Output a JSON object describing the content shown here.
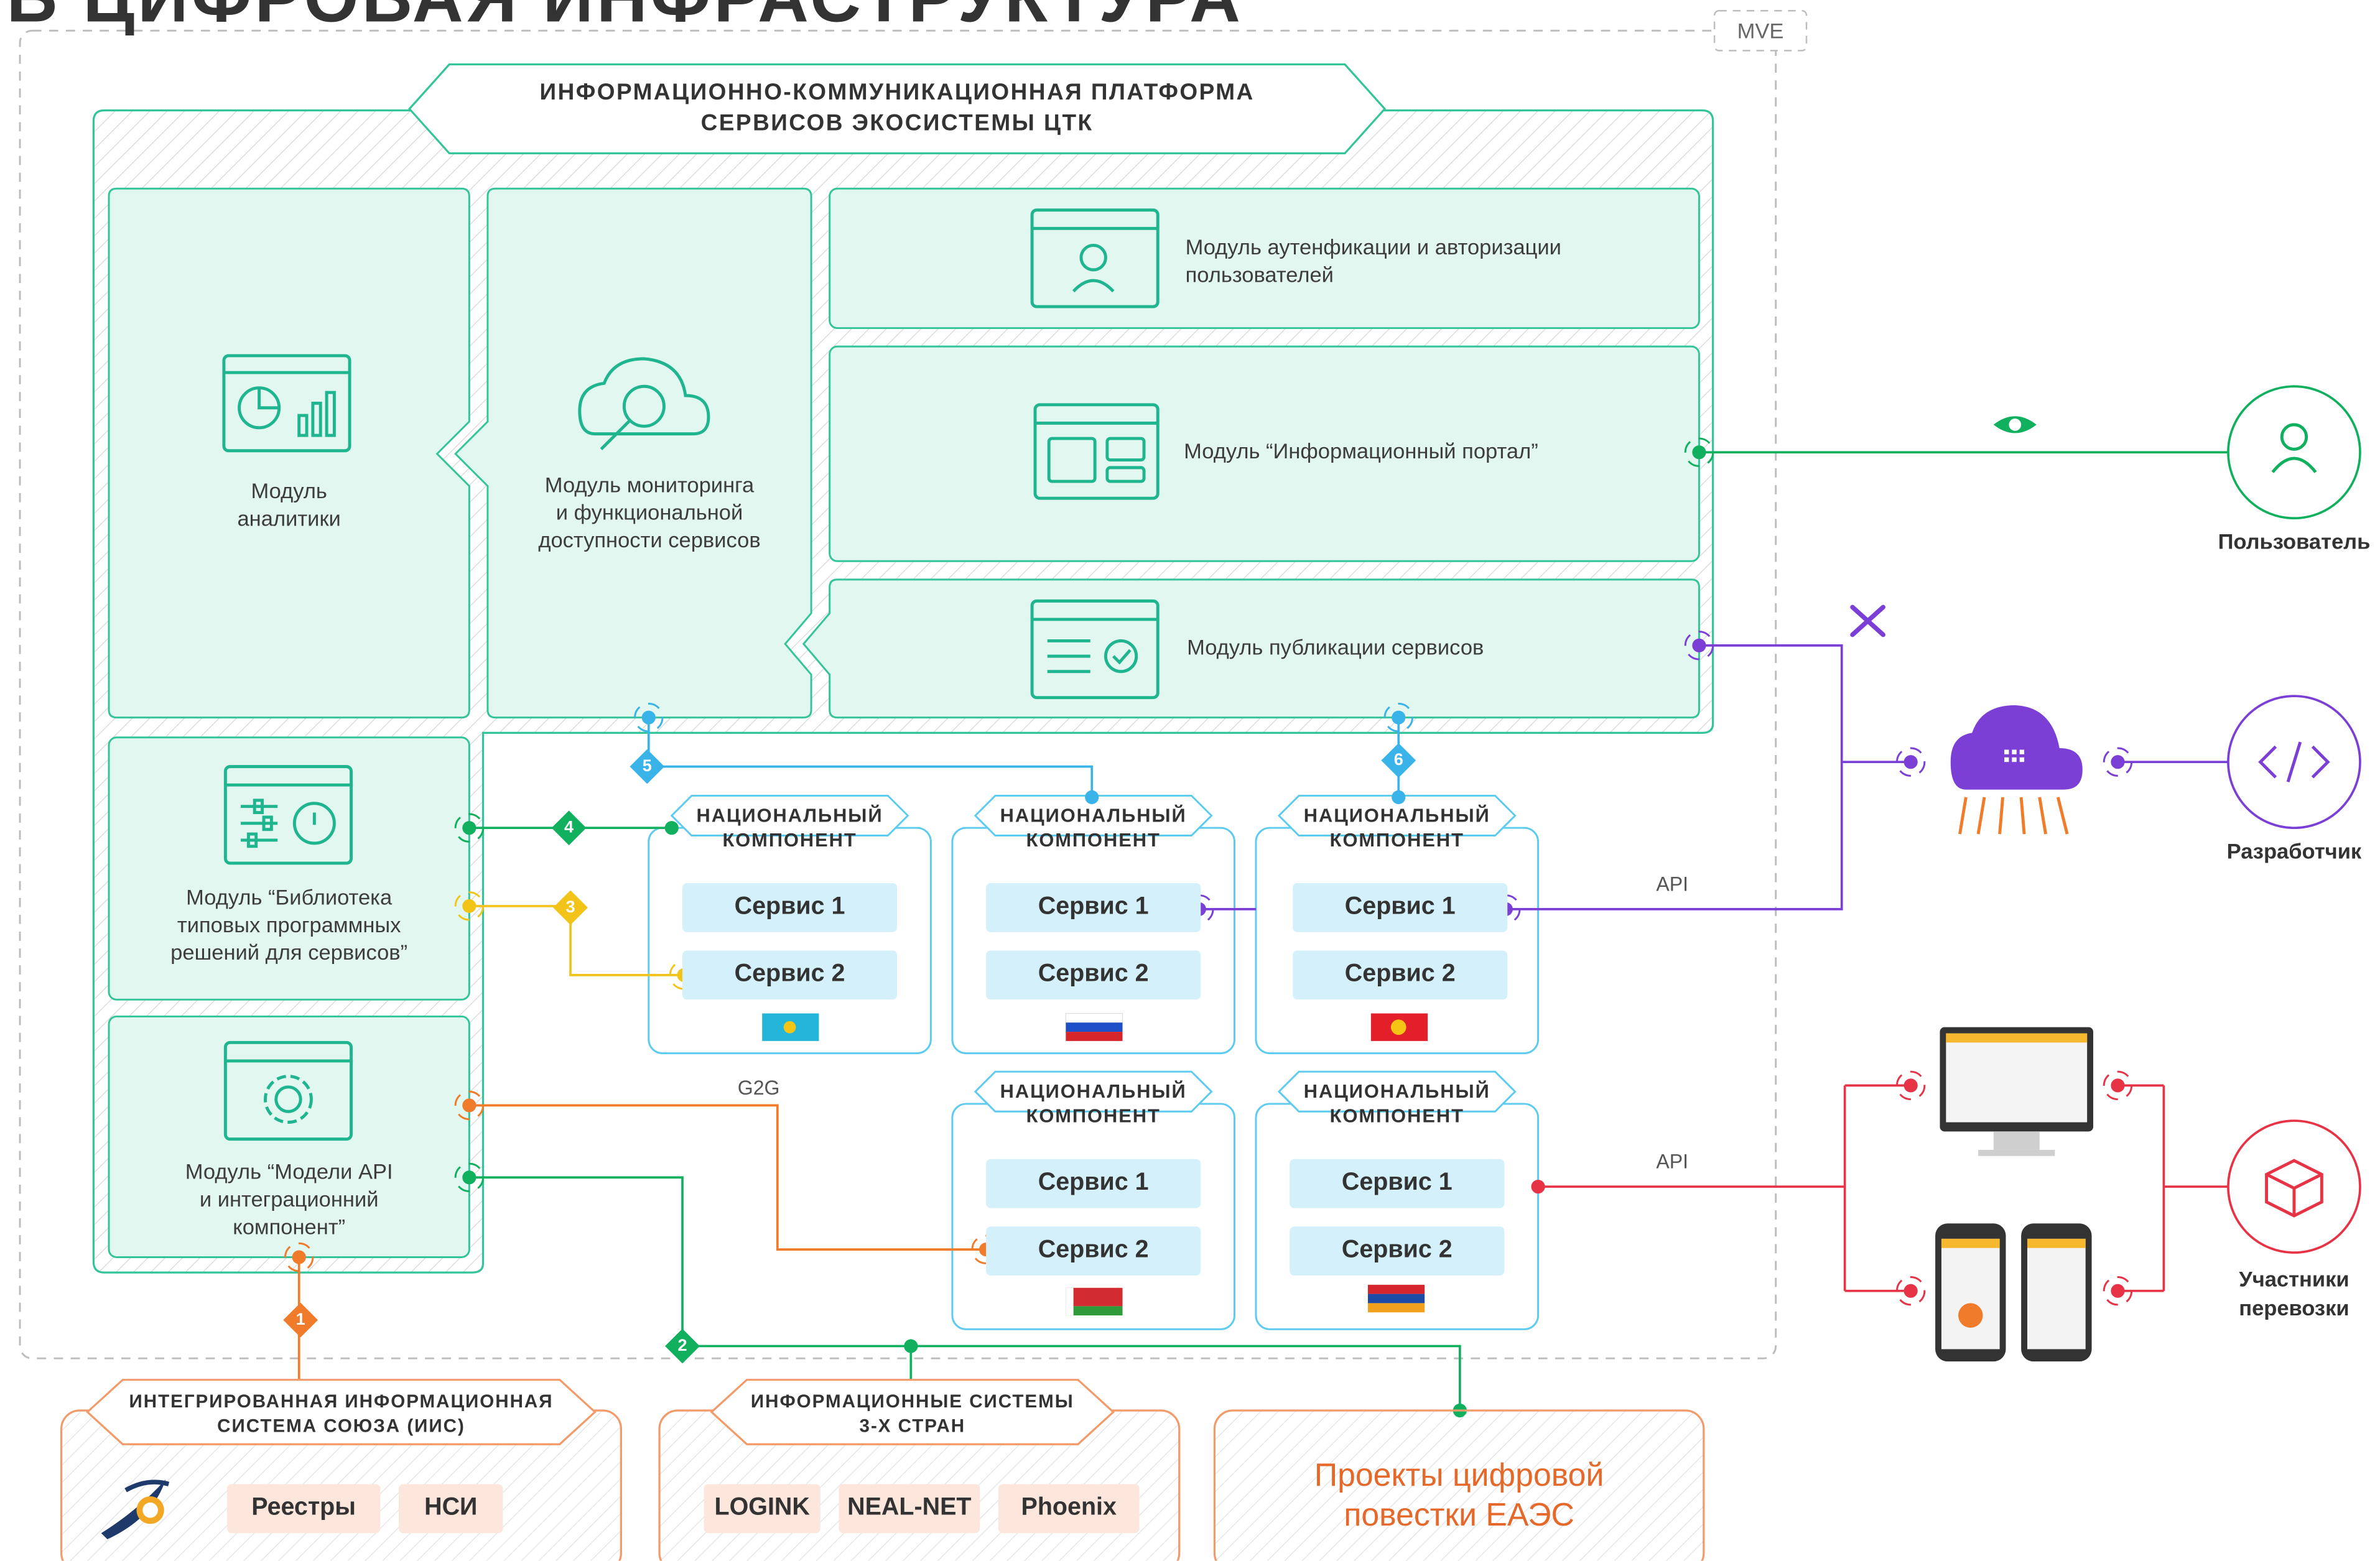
{
  "title_fragment": "ЛЬ ЦИФРОВАЯ ИНФРАСТРУКТУРА",
  "mve_label": "MVE",
  "platform": {
    "title_line1": "ИНФОРМАЦИОННО-КОММУНИКАЦИОННАЯ ПЛАТФОРМА",
    "title_line2": "СЕРВИСОВ ЭКОСИСТЕМЫ ЦТК"
  },
  "modules": {
    "analytics": {
      "line1": "Модуль",
      "line2": "аналитики"
    },
    "monitoring": {
      "line1": "Модуль мониторинга",
      "line2": "и функциональной",
      "line3": "доступности сервисов"
    },
    "auth": {
      "line1": "Модуль аутенфикации и авторизации",
      "line2": "пользователей"
    },
    "portal": {
      "text": "Модуль “Информационный портал”"
    },
    "publication": {
      "text": "Модуль публикации сервисов"
    },
    "library": {
      "line1": "Модуль “Библиотека",
      "line2": "типовых программных",
      "line3": "решений для сервисов”"
    },
    "api": {
      "line1": "Модуль “Модели API",
      "line2": "и интеграционний",
      "line3": "компонент”"
    }
  },
  "national_component": {
    "line1": "НАЦИОНАЛЬНЫЙ",
    "line2": "КОМПОНЕНТ"
  },
  "services": {
    "s1": "Сервис 1",
    "s2": "Сервис 2"
  },
  "flags": [
    "Kazakhstan",
    "Russia",
    "Kyrgyzstan",
    "Belarus",
    "Armenia"
  ],
  "badges": [
    "1",
    "2",
    "3",
    "4",
    "5",
    "6"
  ],
  "labels": {
    "api": "API",
    "g2g": "G2G"
  },
  "actors": {
    "user": "Пользователь",
    "developer": "Разработчик",
    "participants_line1": "Участники",
    "participants_line2": "перевозки"
  },
  "bottom": {
    "iis": {
      "line1": "ИНТЕГРИРОВАННАЯ ИНФОРМАЦИОННАЯ",
      "line2": "СИСТЕМА СОЮЗА (ИИС)",
      "items": [
        "Реестры",
        "НСИ"
      ]
    },
    "third": {
      "line1": "ИНФОРМАЦИОННЫЕ СИСТЕМЫ",
      "line2": "3-Х СТРАН",
      "items": [
        "LOGINK",
        "NEAL-NET",
        "Phoenix"
      ]
    },
    "digital": {
      "line1": "Проекты цифровой",
      "line2": "повестки ЕАЭС"
    }
  },
  "colors": {
    "teal": "#1fb58e",
    "teal_fill": "#e3f7f1",
    "green": "#10b05f",
    "purple": "#7b3fd6",
    "orange": "#f07b2a",
    "yellow": "#f2c41a",
    "blue": "#3ab4e8",
    "red": "#e63346",
    "blue_service": "#d4f1fb"
  }
}
